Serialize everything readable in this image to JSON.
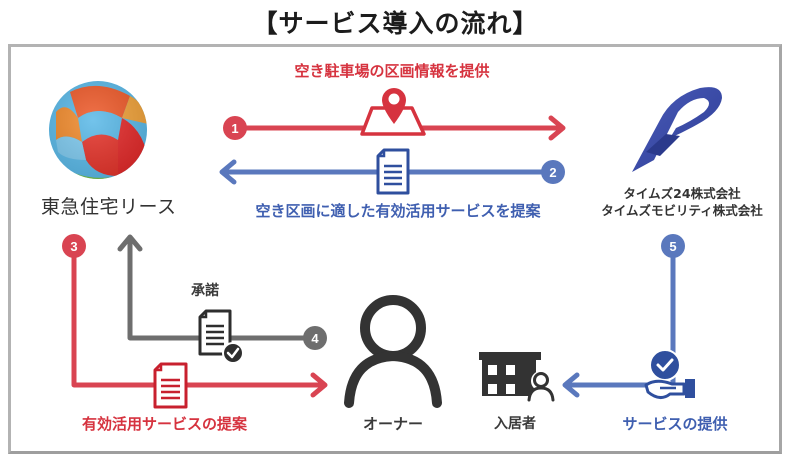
{
  "title": "【サービス導入の流れ】",
  "colors": {
    "red": "#d94452",
    "red_text": "#d6333f",
    "blue": "#5a78bd",
    "blue_dark": "#2f4f9e",
    "gray": "#6e6e6e",
    "dark": "#333333",
    "frame": "#b3b3b3"
  },
  "parties": {
    "lessor": {
      "name": "東急住宅リース",
      "icon": "sphere-logo-icon"
    },
    "times": {
      "lines": [
        "タイムズ24株式会社",
        "タイムズモビリティ株式会社"
      ],
      "icon": "ribbon-logo-icon"
    },
    "owner": {
      "name": "オーナー",
      "icon": "person-icon"
    },
    "resident": {
      "name": "入居者",
      "icon": "apartment-resident-icon"
    }
  },
  "steps": [
    {
      "number": "1",
      "label": "空き駐車場の区画情報を提供",
      "color": "red",
      "icon": "map-pin-icon",
      "direction": "right"
    },
    {
      "number": "2",
      "label": "空き区画に適した有効活用サービスを提案",
      "color": "blue",
      "icon": "document-icon",
      "direction": "left"
    },
    {
      "number": "3",
      "label": "有効活用サービスの提案",
      "color": "red",
      "icon": "document-icon",
      "direction": "down-right"
    },
    {
      "number": "4",
      "label": "承諾",
      "color": "gray",
      "icon": "document-check-icon",
      "direction": "left-up"
    },
    {
      "number": "5",
      "label": "サービスの提供",
      "color": "blue",
      "icon": "hand-check-icon",
      "direction": "down-left"
    }
  ]
}
